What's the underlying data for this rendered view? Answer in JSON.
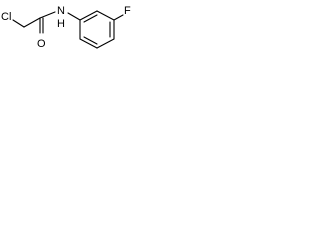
{
  "molecule": {
    "atoms": {
      "chlorine": "Cl",
      "oxygen": "O",
      "amide_nitrogen_n": "N",
      "amide_nitrogen_h": "H",
      "fluorine": "F"
    }
  }
}
